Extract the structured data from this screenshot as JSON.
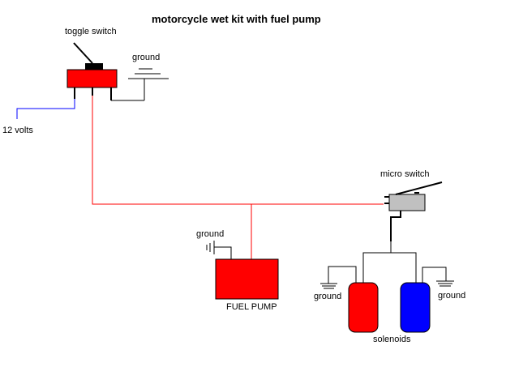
{
  "title": "motorcycle wet kit with fuel pump",
  "labels": {
    "toggle_switch": "toggle switch",
    "ground_top": "ground",
    "twelve_volts": "12 volts",
    "micro_switch": "micro switch",
    "ground_pump": "ground",
    "fuel_pump": "FUEL PUMP",
    "ground_left": "ground",
    "ground_right": "ground",
    "solenoids": "solenoids"
  },
  "colors": {
    "toggle_body": "#ff0000",
    "fuel_pump": "#ff0000",
    "solenoid_left": "#ff0000",
    "solenoid_right": "#0000ff",
    "micro_switch_body": "#c0c0c0",
    "power_wire": "#ff0000",
    "battery_wire": "#0000ff",
    "ground_wire": "#000000"
  }
}
